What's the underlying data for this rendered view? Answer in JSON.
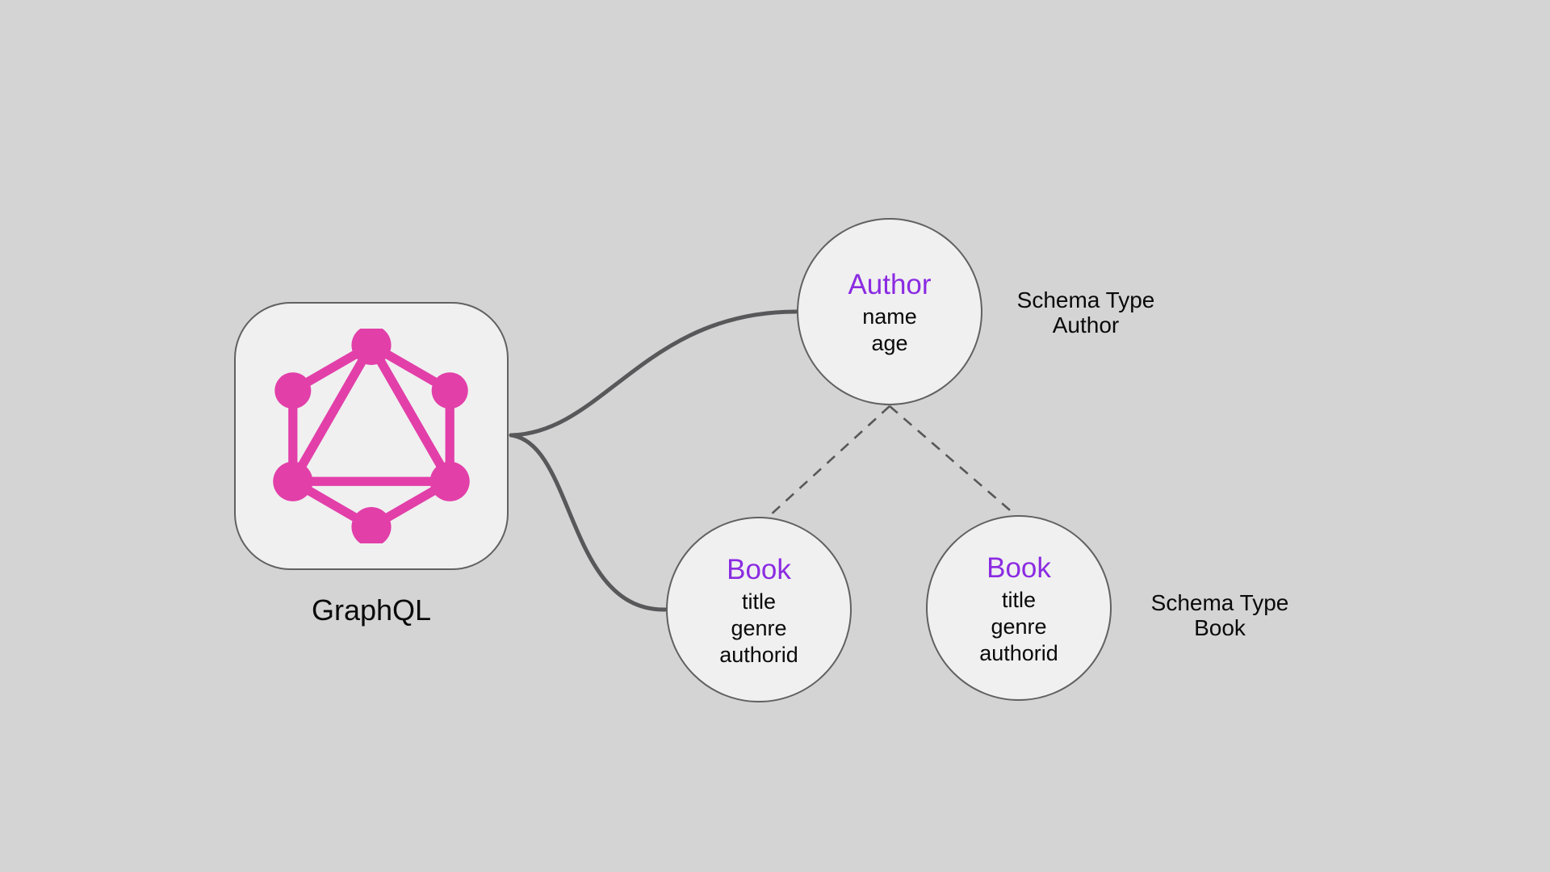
{
  "colors": {
    "canvas_bg": "#d4d4d4",
    "node_fill": "#f0f0f0",
    "node_border": "#616161",
    "connector": "#58585a",
    "type_name": "#8b2be2",
    "text": "#0a0a0a",
    "logo_pink": "#e23fa9"
  },
  "graphql_node": {
    "label": "GraphQL",
    "icon": "graphql-logo-icon"
  },
  "nodes": {
    "author": {
      "title": "Author",
      "fields": [
        "name",
        "age"
      ]
    },
    "book_left": {
      "title": "Book",
      "fields": [
        "title",
        "genre",
        "authorid"
      ]
    },
    "book_right": {
      "title": "Book",
      "fields": [
        "title",
        "genre",
        "authorid"
      ]
    }
  },
  "annotations": {
    "author": [
      "Schema Type",
      "Author"
    ],
    "book": [
      "Schema Type",
      "Book"
    ]
  }
}
